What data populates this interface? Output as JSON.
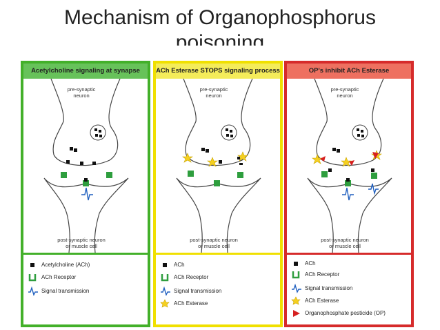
{
  "title": {
    "line1": "Mechanism of Organophosphorus",
    "line2": "poisoning"
  },
  "panels": [
    {
      "header": "Acetylcholine signaling at synapse",
      "pre_label_1": "pre-synaptic",
      "pre_label_2": "neuron",
      "post_label_1": "post-synaptic neuron",
      "post_label_2": "or muscle cell",
      "legend": [
        "Acetylcholine (ACh)",
        "ACh Receptor",
        "Signal transmission"
      ]
    },
    {
      "header": "ACh Esterase STOPS signaling process",
      "pre_label_1": "pre-synaptic",
      "pre_label_2": "neuron",
      "post_label_1": "post-synaptic neuron",
      "post_label_2": "or muscle cell",
      "legend": [
        "ACh",
        "ACh Receptor",
        "Signal transmission",
        "ACh Esterase"
      ]
    },
    {
      "header": "OP's inhibit ACh Esterase",
      "pre_label_1": "pre-synaptic",
      "pre_label_2": "neuron",
      "post_label_1": "post-synaptic neuron",
      "post_label_2": "or muscle cell",
      "legend": [
        "ACh",
        "ACh Receptor",
        "Signal transmission",
        "ACh Esterase",
        "Organophosphate pesticide (OP)"
      ]
    }
  ],
  "colors": {
    "green_border": "#43b02a",
    "yellow_border": "#f0e000",
    "red_border": "#d62b2b",
    "receptor": "#2e9e3e",
    "signal": "#1f5fbf",
    "esterase": "#f5d020",
    "op": "#d62020"
  }
}
